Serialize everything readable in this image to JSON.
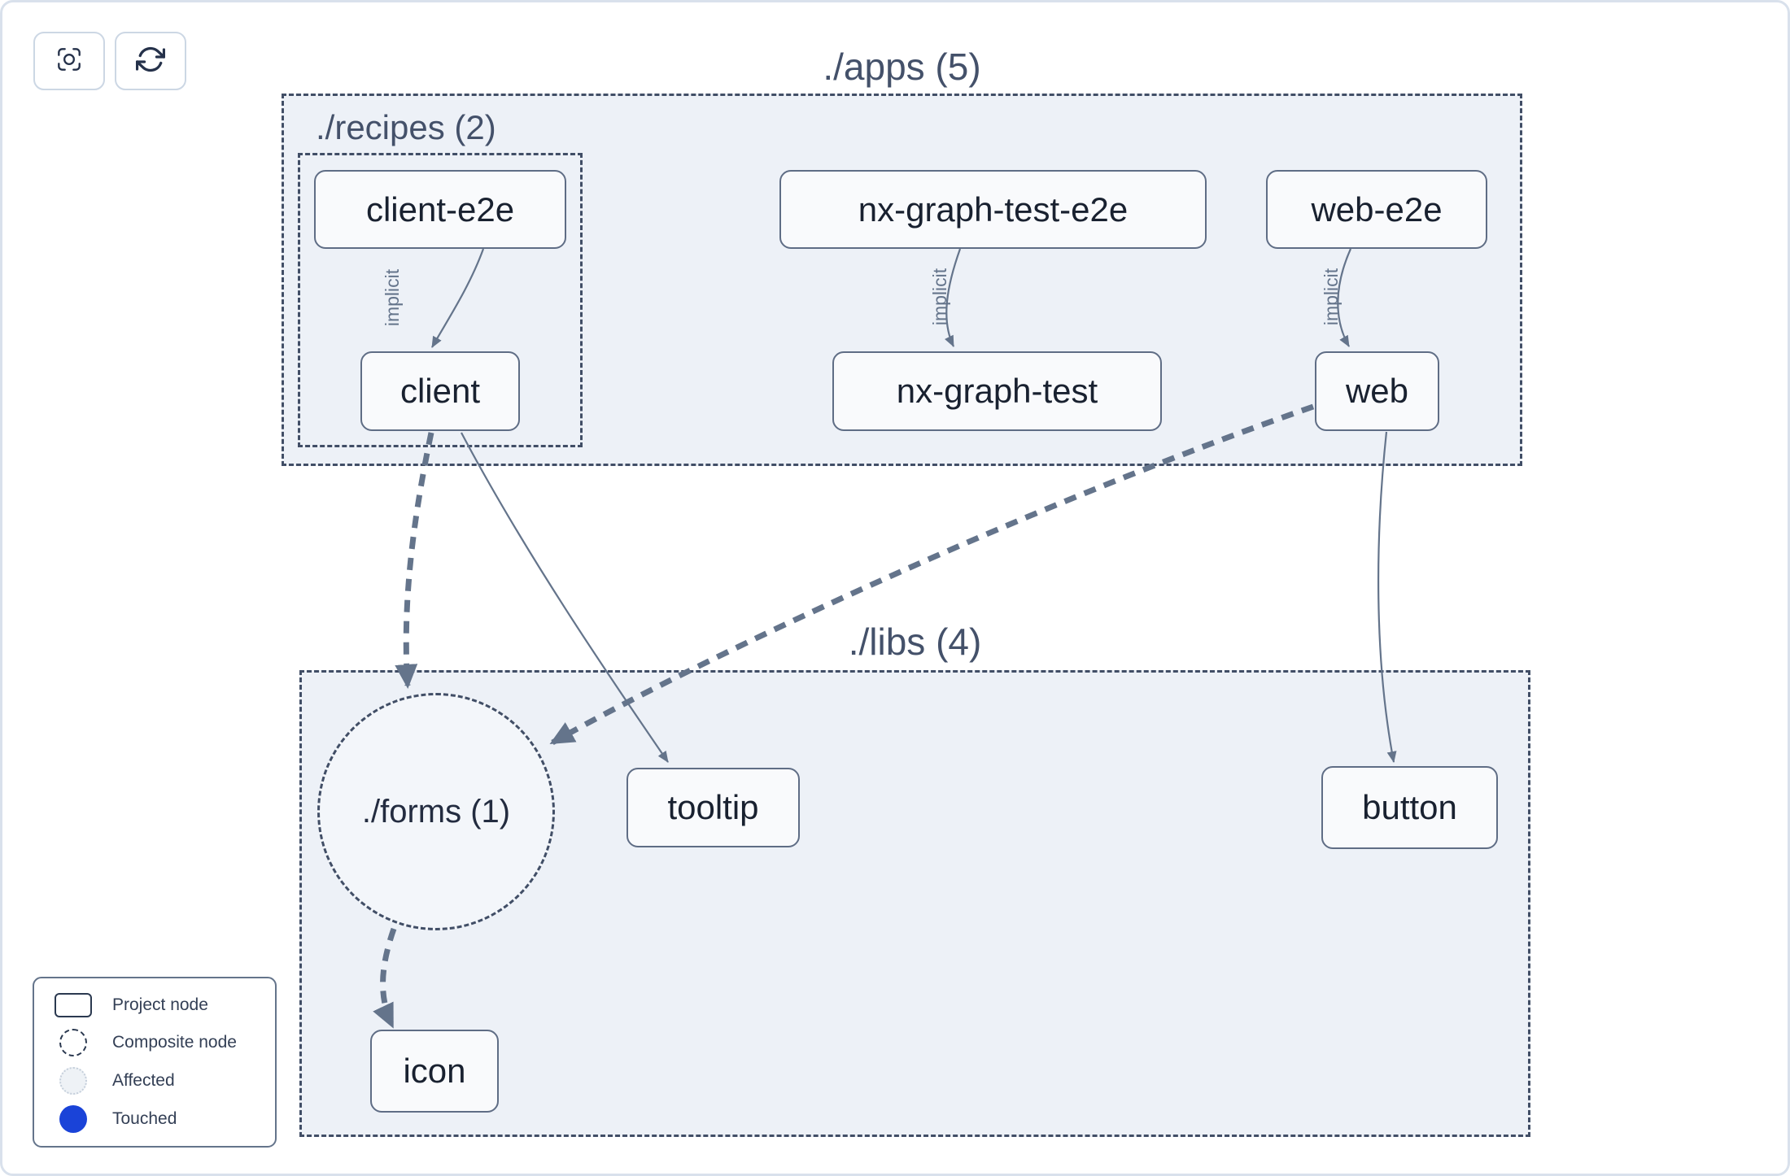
{
  "toolbar": {
    "buttons": [
      {
        "icon": "focus-icon"
      },
      {
        "icon": "refresh-icon"
      }
    ]
  },
  "graph": {
    "containers": {
      "apps": {
        "label": "./apps (5)"
      },
      "recipes": {
        "label": "./recipes (2)"
      },
      "libs": {
        "label": "./libs (4)"
      }
    },
    "composite_nodes": {
      "forms": {
        "label": "./forms (1)"
      }
    },
    "nodes": {
      "client_e2e": {
        "label": "client-e2e"
      },
      "nx_graph_test_e2e": {
        "label": "nx-graph-test-e2e"
      },
      "web_e2e": {
        "label": "web-e2e"
      },
      "client": {
        "label": "client"
      },
      "nx_graph_test": {
        "label": "nx-graph-test"
      },
      "web": {
        "label": "web"
      },
      "tooltip": {
        "label": "tooltip"
      },
      "button": {
        "label": "button"
      },
      "icon": {
        "label": "icon"
      }
    },
    "edges": {
      "implicit_label": "implicit",
      "list": [
        {
          "from": "client-e2e",
          "to": "client",
          "type": "implicit"
        },
        {
          "from": "nx-graph-test-e2e",
          "to": "nx-graph-test",
          "type": "implicit"
        },
        {
          "from": "web-e2e",
          "to": "web",
          "type": "implicit"
        },
        {
          "from": "client",
          "to": "./forms (1)",
          "type": "dashed"
        },
        {
          "from": "web",
          "to": "./forms (1)",
          "type": "dashed"
        },
        {
          "from": "./forms (1)",
          "to": "icon",
          "type": "dashed"
        },
        {
          "from": "client",
          "to": "tooltip",
          "type": "direct"
        },
        {
          "from": "web",
          "to": "button",
          "type": "direct"
        }
      ]
    }
  },
  "legend": {
    "items": [
      {
        "label": "Project node",
        "swatch": "project-rect"
      },
      {
        "label": "Composite node",
        "swatch": "composite-circle"
      },
      {
        "label": "Affected",
        "swatch": "affected-circle"
      },
      {
        "label": "Touched",
        "swatch": "touched-circle"
      }
    ]
  },
  "colors": {
    "edge": "#64748b",
    "container_fill": "#edf1f7",
    "node_fill": "#f9fafc",
    "node_border": "#5f6d85",
    "dashed_border": "#414e66",
    "affected_fill": "#eef2f6",
    "touched_blue": "#1a43d8"
  }
}
